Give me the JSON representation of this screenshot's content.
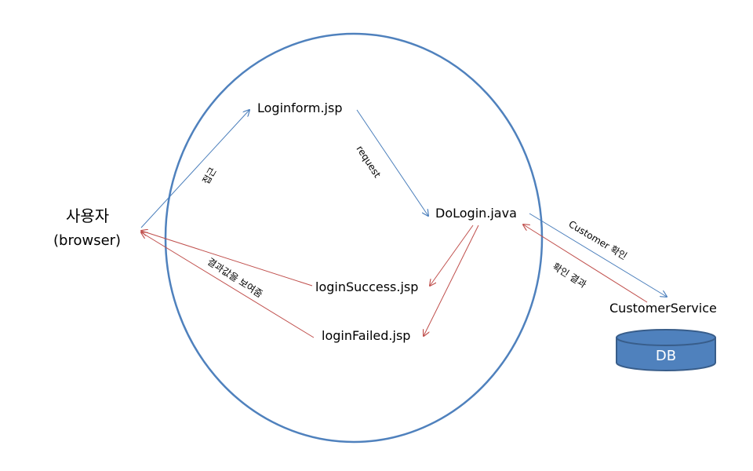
{
  "colors": {
    "circle": "#4f81bd",
    "blue_arrow": "#4a7ebb",
    "red_arrow": "#c0504d",
    "db_fill": "#4f81bd",
    "db_stroke": "#385d8a"
  },
  "user": {
    "title": "사용자",
    "subtitle": "(browser)"
  },
  "nodes": {
    "loginform": "Loginform.jsp",
    "dologin": "DoLogin.java",
    "login_success": "loginSuccess.jsp",
    "login_failed": "loginFailed.jsp",
    "customer_service": "CustomerService",
    "db": "DB"
  },
  "edges": {
    "access": "접근",
    "request": "request",
    "customer_check": "Customer 확인",
    "check_result": "확인 결과",
    "show_result": "결과값을 보여줌"
  }
}
